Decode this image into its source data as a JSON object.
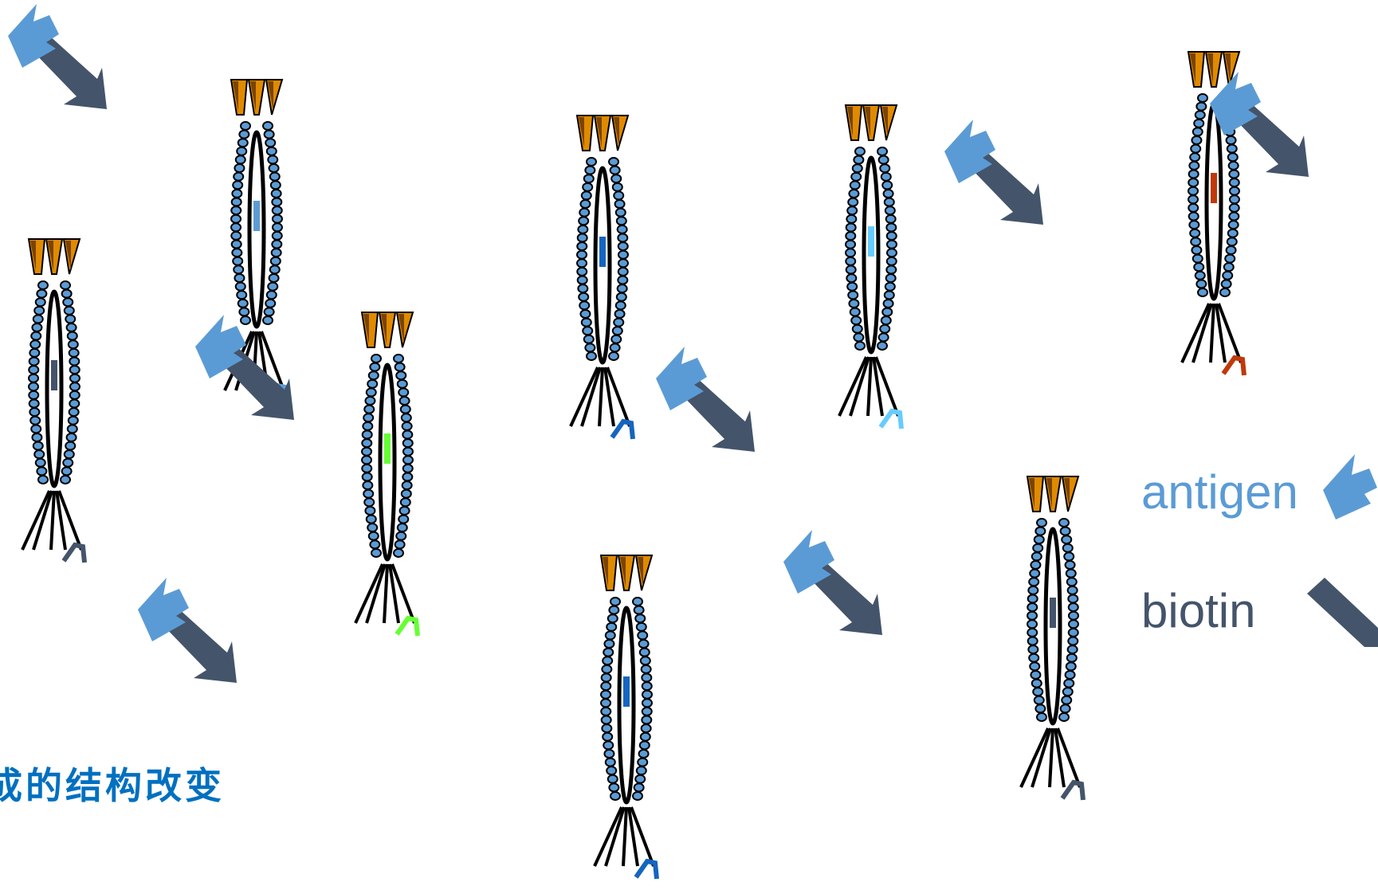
{
  "colors": {
    "antigen": "#5b9bd5",
    "biotin": "#44546a",
    "caption": "#0070c0",
    "bead_fill": "#5b9bd5",
    "cap_fill": "#e08a00",
    "cap_dark": "#7a4400",
    "outline": "#000000"
  },
  "legend": {
    "antigen_label": "antigen",
    "biotin_label": "biotin"
  },
  "caption": "成的结构改变",
  "particles": [
    {
      "label_color": "#44546a"
    },
    {
      "label_color": "#5b9bd5"
    },
    {
      "label_color": "#66ff33"
    },
    {
      "label_color": "#1565c0"
    },
    {
      "label_color": "#1565c0"
    },
    {
      "label_color": "#66ccff"
    },
    {
      "label_color": "#44546a"
    },
    {
      "label_color": "#c0390b"
    }
  ],
  "icons": {
    "antigen": "antigen-arrow-icon",
    "biotin": "biotin-bar-icon"
  }
}
